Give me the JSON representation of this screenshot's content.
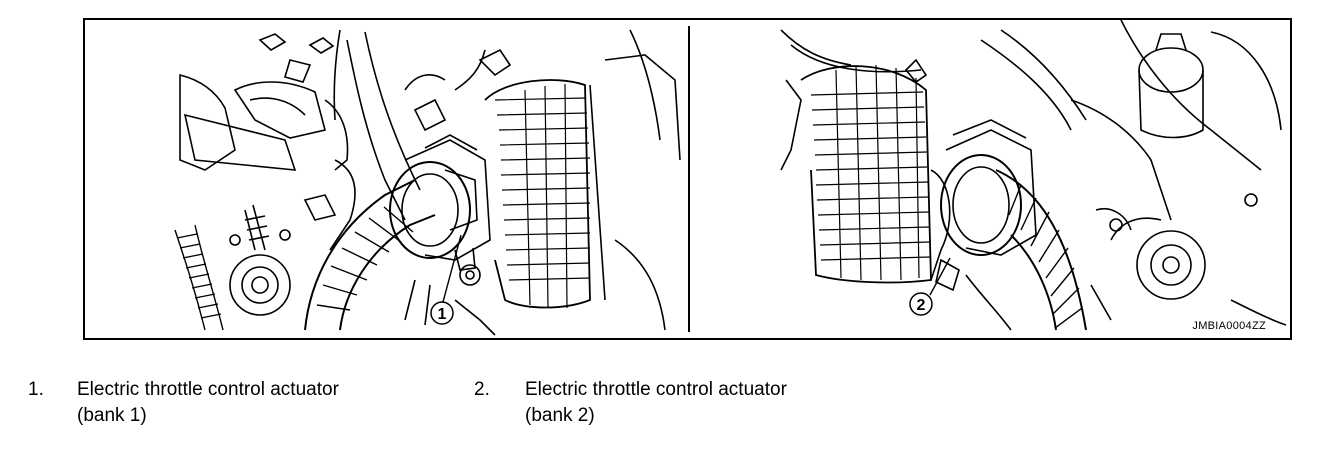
{
  "figure": {
    "image_id": "JMBIA0004ZZ",
    "callouts": [
      {
        "number": "1"
      },
      {
        "number": "2"
      }
    ]
  },
  "legend": [
    {
      "number": "1.",
      "line1": "Electric throttle control actuator",
      "line2": "(bank 1)"
    },
    {
      "number": "2.",
      "line1": "Electric throttle control actuator",
      "line2": "(bank 2)"
    }
  ],
  "colors": {
    "line": "#000000",
    "background": "#ffffff"
  }
}
